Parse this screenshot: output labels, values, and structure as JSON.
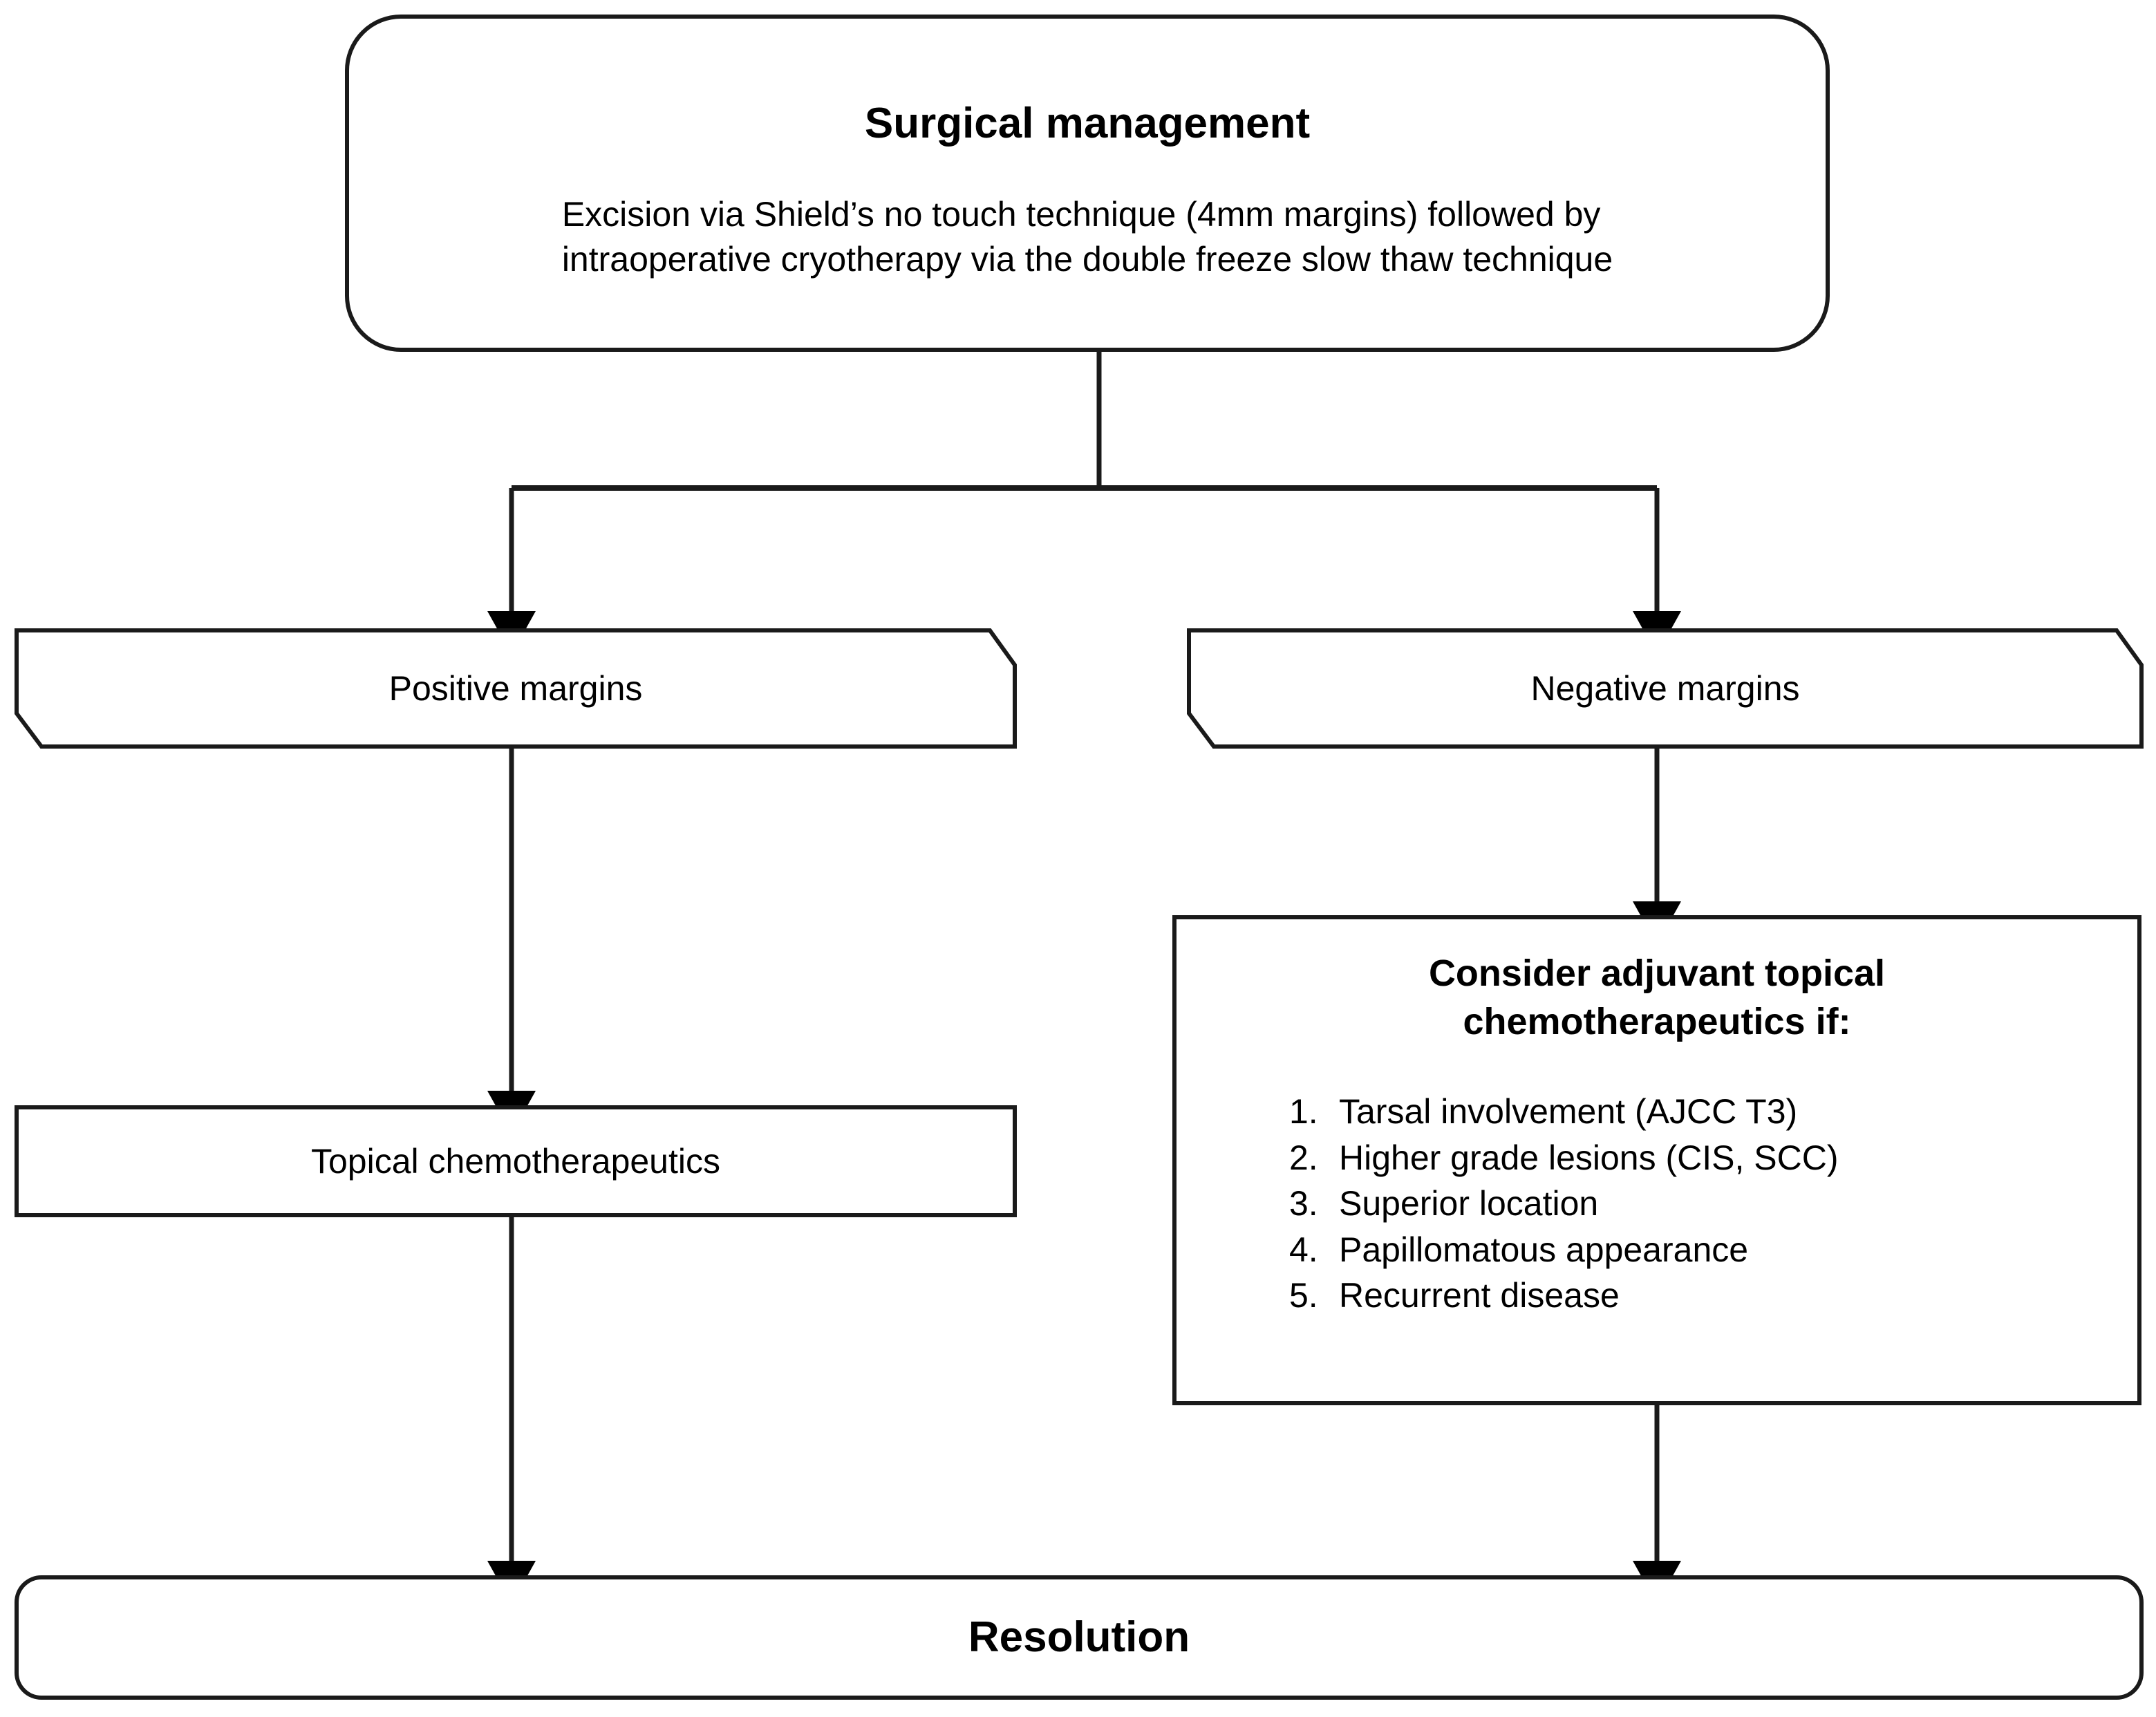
{
  "diagram": {
    "type": "flowchart",
    "orientation": "top-down",
    "background_color": "#ffffff",
    "line_color": "#000000",
    "text_color": "#000000"
  },
  "nodes": {
    "surgical_management": {
      "shape": "rounded-rectangle",
      "title": "Surgical management",
      "body_line1": "Excision via Shield’s no touch technique  (4mm margins) followed by",
      "body_line2": "intraoperative cryotherapy  via the double freeze slow thaw technique"
    },
    "positive_margins": {
      "shape": "banner",
      "label": "Positive margins"
    },
    "negative_margins": {
      "shape": "banner",
      "label": "Negative margins"
    },
    "topical_chemotherapeutics": {
      "shape": "rectangle",
      "label": "Topical chemotherapeutics"
    },
    "consider_adjuvant": {
      "shape": "rectangle",
      "heading_line1": "Consider adjuvant topical",
      "heading_line2": "chemotherapeutics if:",
      "items": [
        {
          "num": "1.",
          "text": "Tarsal involvement  (AJCC T3)"
        },
        {
          "num": "2.",
          "text": "Higher grade lesions (CIS, SCC)"
        },
        {
          "num": "3.",
          "text": "Superior location"
        },
        {
          "num": "4.",
          "text": "Papillomatous appearance"
        },
        {
          "num": "5.",
          "text": "Recurrent  disease"
        }
      ]
    },
    "resolution": {
      "shape": "rounded-rectangle",
      "label": "Resolution"
    }
  },
  "edges": [
    {
      "from": "surgical_management",
      "to": "positive_margins",
      "style": "elbow-arrow"
    },
    {
      "from": "surgical_management",
      "to": "negative_margins",
      "style": "elbow-arrow"
    },
    {
      "from": "positive_margins",
      "to": "topical_chemotherapeutics",
      "style": "straight-arrow"
    },
    {
      "from": "negative_margins",
      "to": "consider_adjuvant",
      "style": "straight-arrow"
    },
    {
      "from": "topical_chemotherapeutics",
      "to": "resolution",
      "style": "straight-arrow"
    },
    {
      "from": "consider_adjuvant",
      "to": "resolution",
      "style": "straight-arrow"
    }
  ]
}
